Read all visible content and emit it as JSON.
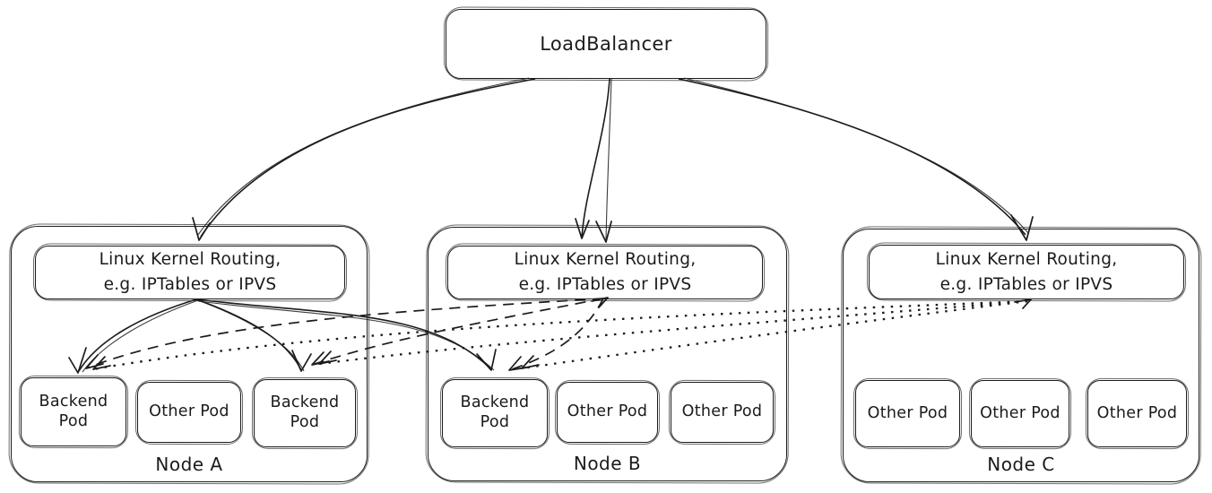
{
  "colors": {
    "stroke": "#1b1b1b",
    "background": "#ffffff"
  },
  "diagram": {
    "load_balancer": {
      "label": "LoadBalancer"
    },
    "kernel_routing": {
      "line1": "Linux Kernel Routing,",
      "line2": "e.g. IPTables or IPVS"
    },
    "nodes": [
      {
        "name": "Node A",
        "pods": [
          "Backend Pod",
          "Other Pod",
          "Backend Pod"
        ]
      },
      {
        "name": "Node B",
        "pods": [
          "Backend Pod",
          "Other Pod",
          "Other Pod"
        ]
      },
      {
        "name": "Node C",
        "pods": [
          "Other Pod",
          "Other Pod",
          "Other Pod"
        ]
      }
    ],
    "edges": [
      {
        "from": "LoadBalancer",
        "to": "Node A / Linux Kernel Routing",
        "style": "solid"
      },
      {
        "from": "LoadBalancer",
        "to": "Node B / Linux Kernel Routing",
        "style": "solid"
      },
      {
        "from": "LoadBalancer",
        "to": "Node C / Linux Kernel Routing",
        "style": "solid"
      },
      {
        "from": "Node A / Linux Kernel Routing",
        "to": "Node A / Backend Pod (left)",
        "style": "solid"
      },
      {
        "from": "Node A / Linux Kernel Routing",
        "to": "Node A / Backend Pod (right)",
        "style": "solid"
      },
      {
        "from": "Node A / Linux Kernel Routing",
        "to": "Node B / Backend Pod",
        "style": "solid"
      },
      {
        "from": "Node B / Linux Kernel Routing",
        "to": "Node A / Backend Pod (left)",
        "style": "dashed"
      },
      {
        "from": "Node B / Linux Kernel Routing",
        "to": "Node A / Backend Pod (right)",
        "style": "dashed"
      },
      {
        "from": "Node B / Linux Kernel Routing",
        "to": "Node B / Backend Pod",
        "style": "dashed"
      },
      {
        "from": "Node C / Linux Kernel Routing",
        "to": "Node A / Backend Pod (left)",
        "style": "dotted"
      },
      {
        "from": "Node C / Linux Kernel Routing",
        "to": "Node A / Backend Pod (right)",
        "style": "dotted"
      },
      {
        "from": "Node C / Linux Kernel Routing",
        "to": "Node B / Backend Pod",
        "style": "dotted"
      }
    ]
  }
}
